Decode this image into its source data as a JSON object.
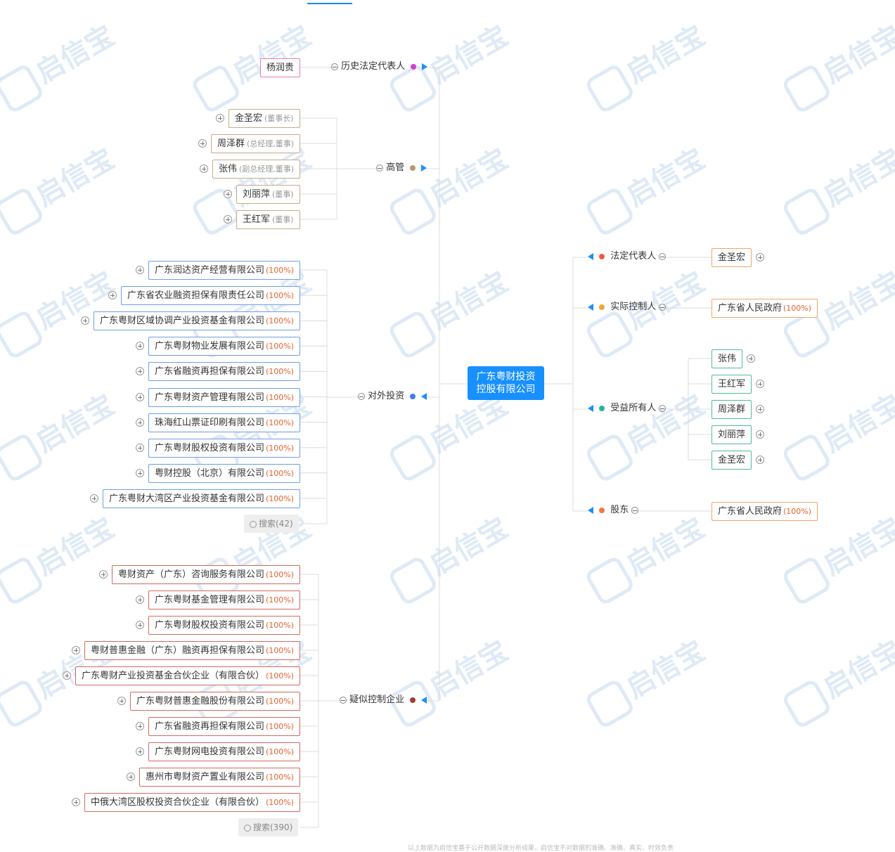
{
  "center": {
    "line1": "广东粤财投资",
    "line2": "控股有限公司"
  },
  "branches": {
    "history_rep": {
      "label": "历史法定代表人",
      "color": "#d63bd6"
    },
    "executives": {
      "label": "高管",
      "color": "#b8966e"
    },
    "investments": {
      "label": "对外投资",
      "color": "#3f7ee8"
    },
    "controlled": {
      "label": "疑似控制企业",
      "color": "#a23b2c"
    },
    "legal_rep": {
      "label": "法定代表人",
      "color": "#f25a3c"
    },
    "actual_controller": {
      "label": "实际控制人",
      "color": "#f5a33a"
    },
    "beneficiaries": {
      "label": "受益所有人",
      "color": "#27b496"
    },
    "shareholders": {
      "label": "股东",
      "color": "#f07a3c"
    }
  },
  "history_rep_items": [
    {
      "name": "杨润贵"
    }
  ],
  "executives_items": [
    {
      "name": "金圣宏",
      "role": "(董事长)"
    },
    {
      "name": "周泽群",
      "role": "(总经理,董事)"
    },
    {
      "name": "张伟",
      "role": "(副总经理,董事)"
    },
    {
      "name": "刘丽萍",
      "role": "(董事)"
    },
    {
      "name": "王红军",
      "role": "(董事)"
    }
  ],
  "investments_items": [
    {
      "name": "广东润达资产经营有限公司",
      "pct": "(100%)"
    },
    {
      "name": "广东省农业融资担保有限责任公司",
      "pct": "(100%)"
    },
    {
      "name": "广东粤财区域协调产业投资基金有限公司",
      "pct": "(100%)"
    },
    {
      "name": "广东粤财物业发展有限公司",
      "pct": "(100%)"
    },
    {
      "name": "广东省融资再担保有限公司",
      "pct": "(100%)"
    },
    {
      "name": "广东粤财资产管理有限公司",
      "pct": "(100%)"
    },
    {
      "name": "珠海红山票证印刷有限公司",
      "pct": "(100%)"
    },
    {
      "name": "广东粤财股权投资有限公司",
      "pct": "(100%)"
    },
    {
      "name": "粤财控股（北京）有限公司",
      "pct": "(100%)"
    },
    {
      "name": "广东粤财大湾区产业投资基金有限公司",
      "pct": "(100%)"
    }
  ],
  "investments_search": "搜索(42)",
  "controlled_items": [
    {
      "name": "粤财资产（广东）咨询服务有限公司",
      "pct": "(100%)"
    },
    {
      "name": "广东粤财基金管理有限公司",
      "pct": "(100%)"
    },
    {
      "name": "广东粤财股权投资有限公司",
      "pct": "(100%)"
    },
    {
      "name": "粤财普惠金融（广东）融资再担保有限公司",
      "pct": "(100%)"
    },
    {
      "name": "广东粤财产业投资基金合伙企业（有限合伙）",
      "pct": "(100%)"
    },
    {
      "name": "广东粤财普惠金融股份有限公司",
      "pct": "(100%)"
    },
    {
      "name": "广东省融资再担保有限公司",
      "pct": "(100%)"
    },
    {
      "name": "广东粤财网电投资有限公司",
      "pct": "(100%)"
    },
    {
      "name": "惠州市粤财资产置业有限公司",
      "pct": "(100%)"
    },
    {
      "name": "中俄大湾区股权投资合伙企业（有限合伙）",
      "pct": "(100%)"
    }
  ],
  "controlled_search": "搜索(390)",
  "legal_rep_items": [
    {
      "name": "金圣宏"
    }
  ],
  "actual_controller_items": [
    {
      "name": "广东省人民政府",
      "pct": "(100%)"
    }
  ],
  "beneficiaries_items": [
    {
      "name": "张伟"
    },
    {
      "name": "王红军"
    },
    {
      "name": "周泽群"
    },
    {
      "name": "刘丽萍"
    },
    {
      "name": "金圣宏"
    }
  ],
  "shareholders_items": [
    {
      "name": "广东省人民政府",
      "pct": "(100%)"
    }
  ],
  "footer": "以上数据为启信宝基于公开数据深度分析成果，启信宝不对数据的准确、准确、真实、时效负责"
}
